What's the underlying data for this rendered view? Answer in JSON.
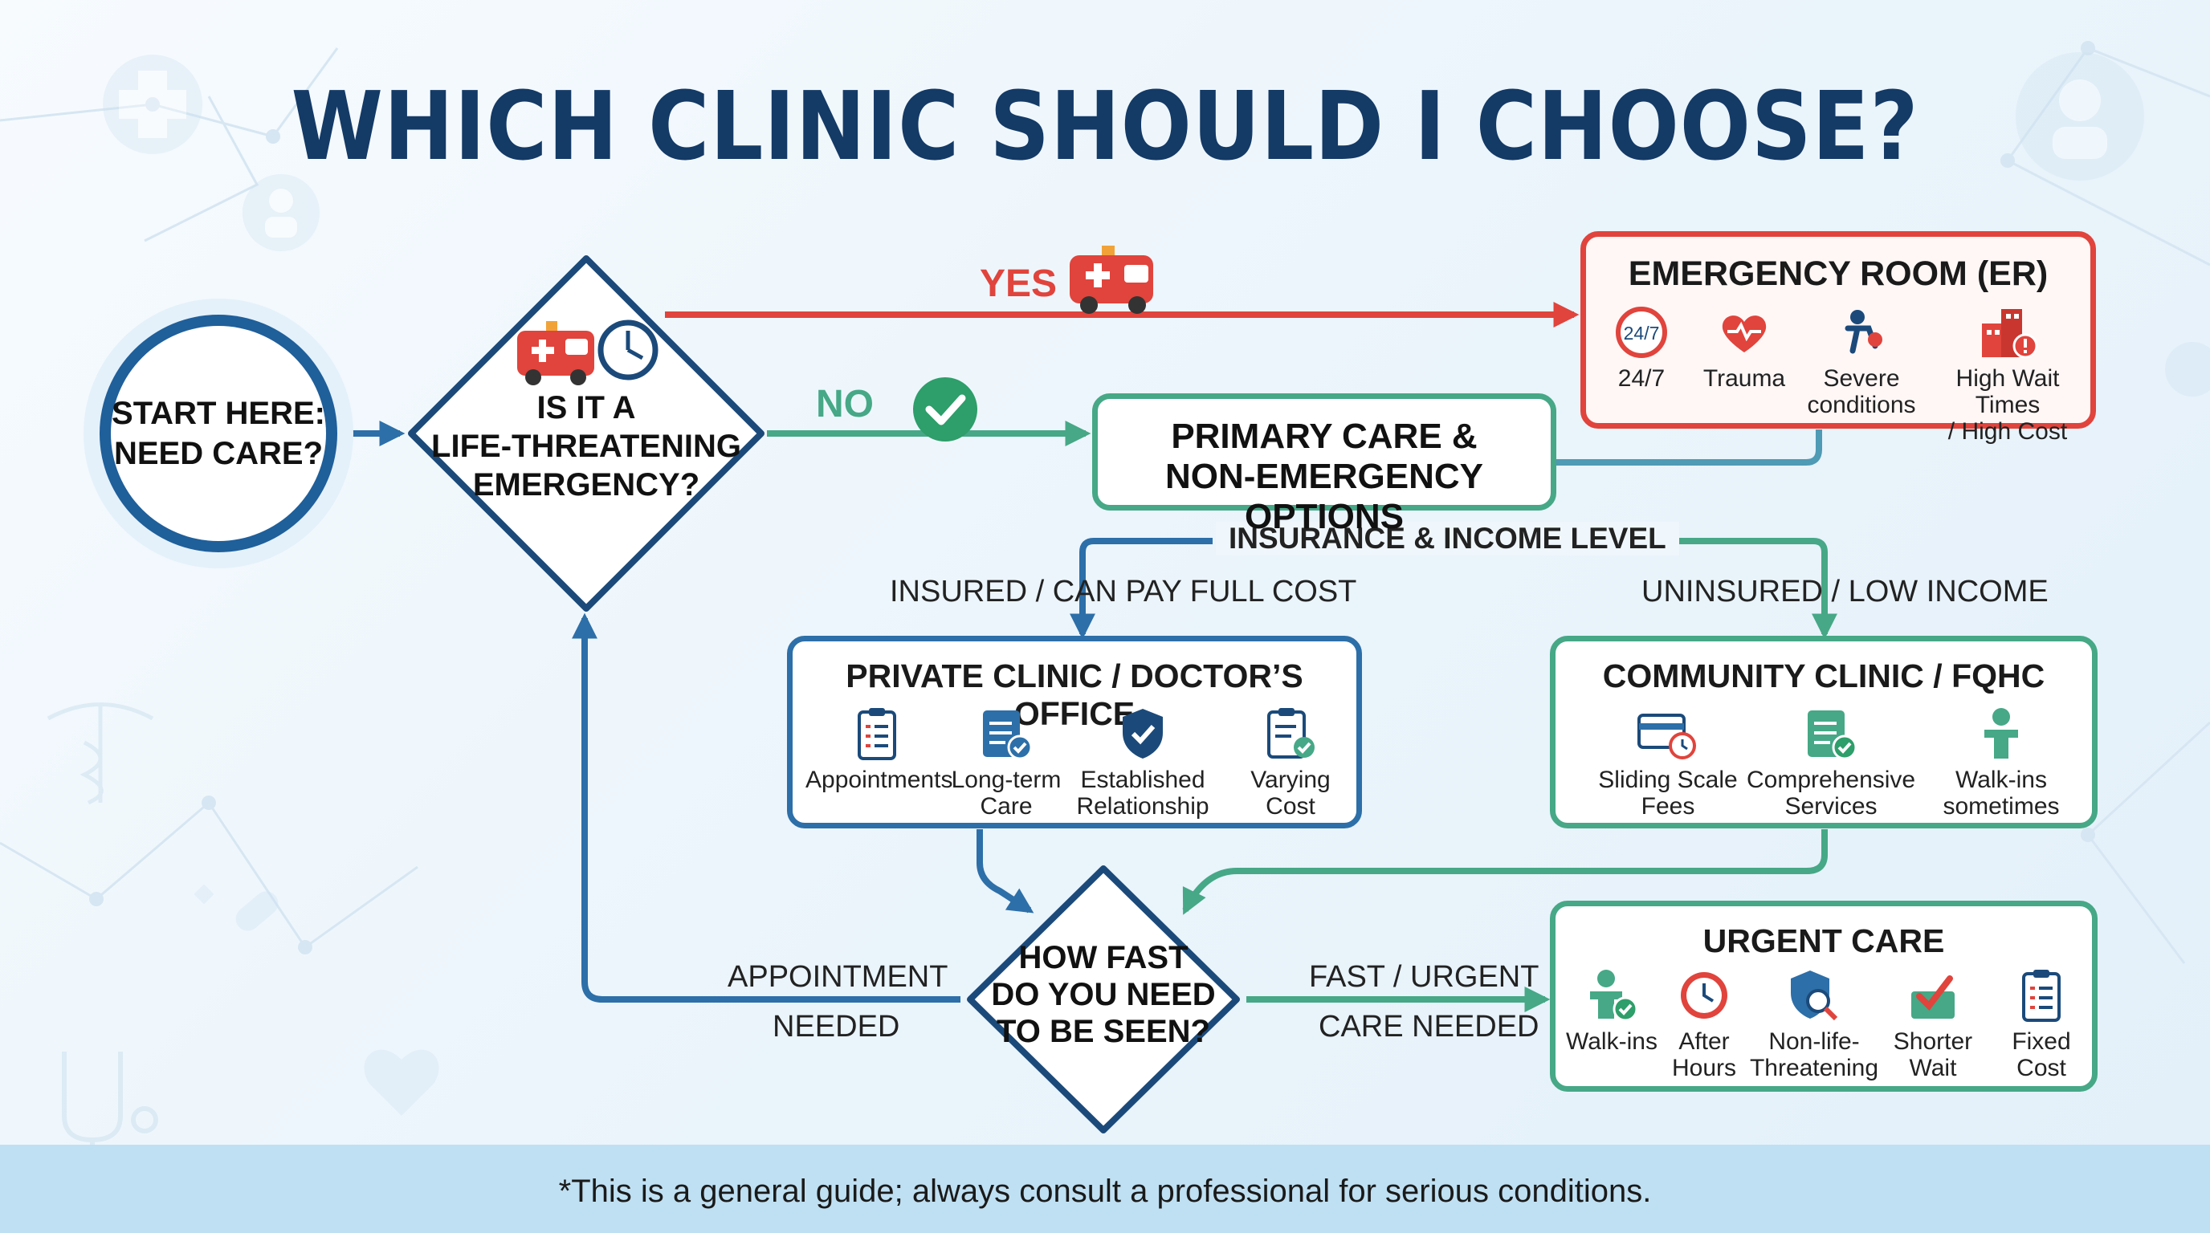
{
  "title": "WHICH CLINIC SHOULD I CHOOSE?",
  "start": {
    "line1": "START HERE:",
    "line2": "NEED CARE?"
  },
  "decision1": {
    "line1": "IS IT A",
    "line2": "LIFE-THREATENING",
    "line3": "EMERGENCY?"
  },
  "decision2": {
    "line1": "HOW FAST",
    "line2": "DO YOU NEED",
    "line3": "TO BE SEEN?"
  },
  "edges": {
    "yes": "YES",
    "no": "NO",
    "insurance": "INSURANCE & INCOME LEVEL",
    "insured": "INSURED / CAN PAY FULL COST",
    "uninsured": "UNINSURED / LOW INCOME",
    "appointment_1": "APPOINTMENT",
    "appointment_2": "NEEDED",
    "fast_1": "FAST / URGENT",
    "fast_2": "CARE NEEDED"
  },
  "er": {
    "title": "EMERGENCY ROOM (ER)",
    "features": [
      {
        "l1": "24/7",
        "l2": "",
        "icon": "clock-24-icon"
      },
      {
        "l1": "Trauma",
        "l2": "",
        "icon": "heart-icon"
      },
      {
        "l1": "Severe",
        "l2": "conditions",
        "icon": "injured-person-icon"
      },
      {
        "l1": "High Wait Times",
        "l2": "/ High Cost",
        "icon": "hospital-building-icon"
      }
    ]
  },
  "primary": {
    "line1": "PRIMARY CARE &",
    "line2": "NON-EMERGENCY OPTIONS"
  },
  "private": {
    "title": "PRIVATE CLINIC / DOCTOR’S OFFICE",
    "features": [
      {
        "l1": "Appointments",
        "l2": "",
        "icon": "clipboard-icon"
      },
      {
        "l1": "Long-term",
        "l2": "Care",
        "icon": "checklist-icon"
      },
      {
        "l1": "Established",
        "l2": "Relationship",
        "icon": "shield-check-icon"
      },
      {
        "l1": "Varying",
        "l2": "Cost",
        "icon": "clipboard-check-icon"
      }
    ]
  },
  "community": {
    "title": "COMMUNITY CLINIC / FQHC",
    "features": [
      {
        "l1": "Sliding Scale",
        "l2": "Fees",
        "icon": "card-clock-icon"
      },
      {
        "l1": "Comprehensive",
        "l2": "Services",
        "icon": "checklist-icon"
      },
      {
        "l1": "Walk-ins",
        "l2": "sometimes",
        "icon": "person-icon"
      }
    ]
  },
  "urgent": {
    "title": "URGENT CARE",
    "features": [
      {
        "l1": "Walk-ins",
        "l2": "",
        "icon": "person-check-icon"
      },
      {
        "l1": "After",
        "l2": "Hours",
        "icon": "clock-icon"
      },
      {
        "l1": "Non-life-",
        "l2": "Threatening",
        "icon": "shield-search-icon"
      },
      {
        "l1": "Shorter",
        "l2": "Wait",
        "icon": "ballot-icon"
      },
      {
        "l1": "Fixed",
        "l2": "Cost",
        "icon": "clipboard-icon"
      }
    ]
  },
  "footer": "*This is a general guide; always consult a professional for serious conditions.",
  "colors": {
    "navy": "#1b4a7a",
    "red": "#e0443c",
    "green": "#46a886",
    "blue": "#2d6fa8"
  }
}
